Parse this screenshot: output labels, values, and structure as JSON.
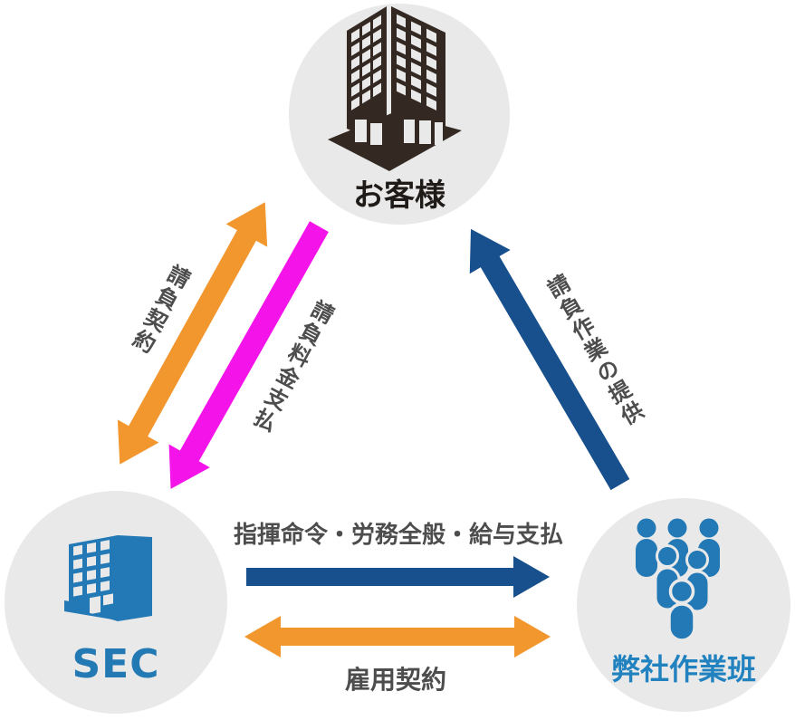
{
  "nodes": {
    "customer": {
      "label": "お客様"
    },
    "sec": {
      "label": "SEC"
    },
    "team": {
      "label": "弊社作業班"
    }
  },
  "arrows": {
    "contract": {
      "label": "請負契約",
      "heads": "both",
      "between": "customer-sec"
    },
    "payment": {
      "label": "請負料金支払",
      "heads": "one",
      "from": "customer",
      "to": "sec"
    },
    "provide": {
      "label": "請負作業の提供",
      "heads": "one",
      "from": "team",
      "to": "customer"
    },
    "direct": {
      "label": "指揮命令・労務全般・給与支払",
      "heads": "one",
      "from": "sec",
      "to": "team"
    },
    "employ": {
      "label": "雇用契約",
      "heads": "both",
      "between": "sec-team"
    }
  },
  "colors": {
    "orange": "#f2962e",
    "magenta": "#f414e9",
    "arrow_blue": "#17508c",
    "icon_blue": "#2379b5",
    "sec_text": "#2279b4",
    "team_text": "#2182bf",
    "customer_text": "#1f1b19",
    "dark_icon": "#332922",
    "circle_bg": "#e9e9e9",
    "relation_text": "#4d4d4d"
  }
}
